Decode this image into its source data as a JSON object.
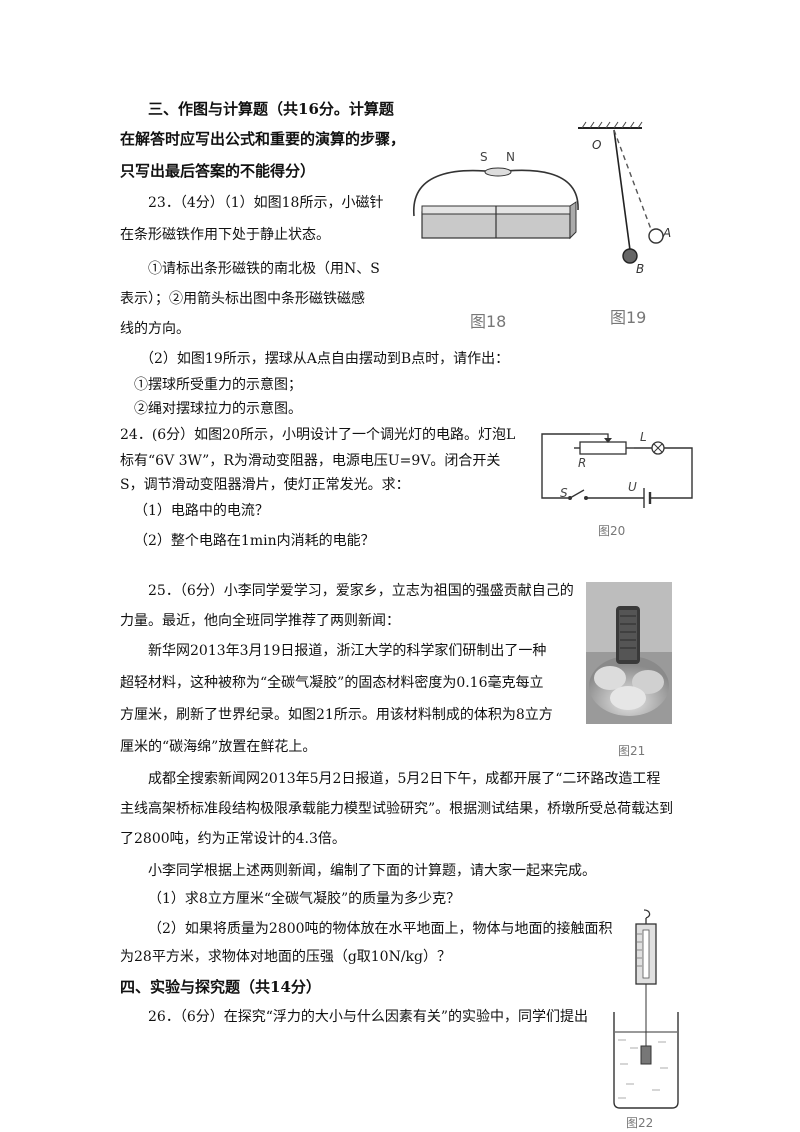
{
  "section3": {
    "heading_line1": "三、作图与计算题（共16分。计算题",
    "heading_line2": "在解答时应写出公式和重要的演算的步骤，",
    "heading_line3": "只写出最后答案的不能得分）"
  },
  "q23": {
    "intro_line1": "23．（4分）（1）如图18所示，小磁针",
    "intro_line2": "在条形磁铁作用下处于静止状态。",
    "item1_line1": "①请标出条形磁铁的南北极（用N、S",
    "item1_line2": "表示）；②用箭头标出图中条形磁铁磁感",
    "item1_line3": "线的方向。",
    "part2": "（2）如图19所示，摆球从A点自由摆动到B点时，请作出：",
    "part2_item1": "①摆球所受重力的示意图；",
    "part2_item2": "②绳对摆球拉力的示意图。"
  },
  "q24": {
    "line1": "24．(6分）如图20所示，小明设计了一个调光灯的电路。灯泡L",
    "line2": "标有“6V  3W”，R为滑动变阻器，电源电压U=9V。闭合开关",
    "line3": "S，调节滑动变阻器滑片，使灯正常发光。求：",
    "sub1": "（1）电路中的电流？",
    "sub2": "（2）整个电路在1min内消耗的电能？"
  },
  "q25": {
    "line1": "25．（6分）小李同学爱学习，爱家乡，立志为祖国的强盛贡献自己的",
    "line2": "力量。最近，他向全班同学推荐了两则新闻：",
    "news1_line1": "新华网2013年3月19日报道，浙江大学的科学家们研制出了一种",
    "news1_line2": "超轻材料，这种被称为“全碳气凝胶”的固态材料密度为0.16毫克每立",
    "news1_line3": "方厘米，刷新了世界纪录。如图21所示。用该材料制成的体积为8立方",
    "news1_line4": "厘米的“碳海绵”放置在鲜花上。",
    "news2_line1": "成都全搜索新闻网2013年5月2日报道，5月2日下午，成都开展了“二环路改造工程",
    "news2_line2": "主线高架桥标准段结构极限承载能力模型试验研究”。根据测试结果，桥墩所受总荷载达到",
    "news2_line3": "了2800吨，约为正常设计的4.3倍。",
    "prompt": "小李同学根据上述两则新闻，编制了下面的计算题，请大家一起来完成。",
    "sub1": "（1）求8立方厘米“全碳气凝胶”的质量为多少克？",
    "sub2_line1": "（2）如果将质量为2800吨的物体放在水平地面上，物体与地面的接触面积",
    "sub2_line2": "为28平方米，求物体对地面的压强（g取10N/kg）？"
  },
  "section4": {
    "heading": "四、实验与探究题（共14分）"
  },
  "q26": {
    "line1": "26．（6分）在探究“浮力的大小与什么因素有关”的实验中，同学们提出"
  },
  "figures": {
    "fig18_caption": "图18",
    "fig18_label_s": "S",
    "fig18_label_n": "N",
    "fig19_caption": "图19",
    "fig19_label_o": "O",
    "fig19_label_a": "A",
    "fig19_label_b": "B",
    "fig20_caption": "图20",
    "fig20_label_r": "R",
    "fig20_label_l": "L",
    "fig20_label_s": "S",
    "fig20_label_u": "U",
    "fig21_caption": "图21",
    "fig22_caption": "图22"
  }
}
